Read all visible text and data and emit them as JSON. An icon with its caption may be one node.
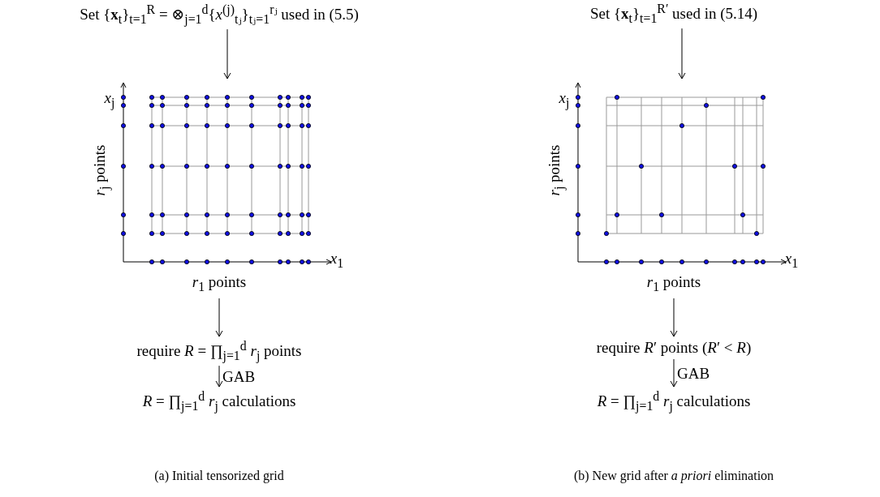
{
  "diagram": {
    "nodes": [
      {
        "text": [
          "Set {**x**$_{t}$}$_{t=1}$$^{R}$ = ⊗$_{j=1}$$^{d}${*x*$^{(j)}$$_{tⱼ}$}$_{tⱼ=1}$$^{rⱼ}$ used in (5.5)"
        ]
      },
      {
        "text": [],
        "shape": "picture",
        "beside": [
          "*x*$_{j}$",
          "*r*$_{j}$ points",
          "*x*$_{1}$",
          "*r*$_{1}$ points"
        ]
      },
      {
        "text": [
          "require *R* = ∏$_{j=1}$$^{d}$ *r*$_{j}$ points"
        ]
      },
      {
        "text": [
          "*R* = ∏$_{j=1}$$^{d}$ *r*$_{j}$ calculations"
        ]
      },
      {
        "text": [
          "Set {**x**$_{t}$}$_{t=1}$$^{R′}$ used in (5.14)"
        ]
      },
      {
        "text": [],
        "shape": "picture",
        "beside": [
          "*x*$_{j}$",
          "*r*$_{j}$ points",
          "*x*$_{1}$",
          "*r*$_{1}$ points"
        ]
      },
      {
        "text": [
          "require *R*′ points (*R*′ < *R*)"
        ]
      },
      {
        "text": [
          "*R* = ∏$_{j=1}$$^{d}$ *r*$_{j}$ calculations"
        ]
      }
    ],
    "edges": [
      {
        "from": 0,
        "to": 1,
        "arrow": "to"
      },
      {
        "from": 1,
        "to": 2,
        "arrow": "to"
      },
      {
        "from": 2,
        "to": 3,
        "arrow": "to",
        "label": "GAB"
      },
      {
        "from": 4,
        "to": 5,
        "arrow": "to"
      },
      {
        "from": 5,
        "to": 6,
        "arrow": "to"
      },
      {
        "from": 6,
        "to": 7,
        "arrow": "to",
        "label": "GAB"
      }
    ],
    "labels": [
      "(a) Initial tensorized grid",
      "(b) New grid after *a priori* elimination"
    ]
  }
}
